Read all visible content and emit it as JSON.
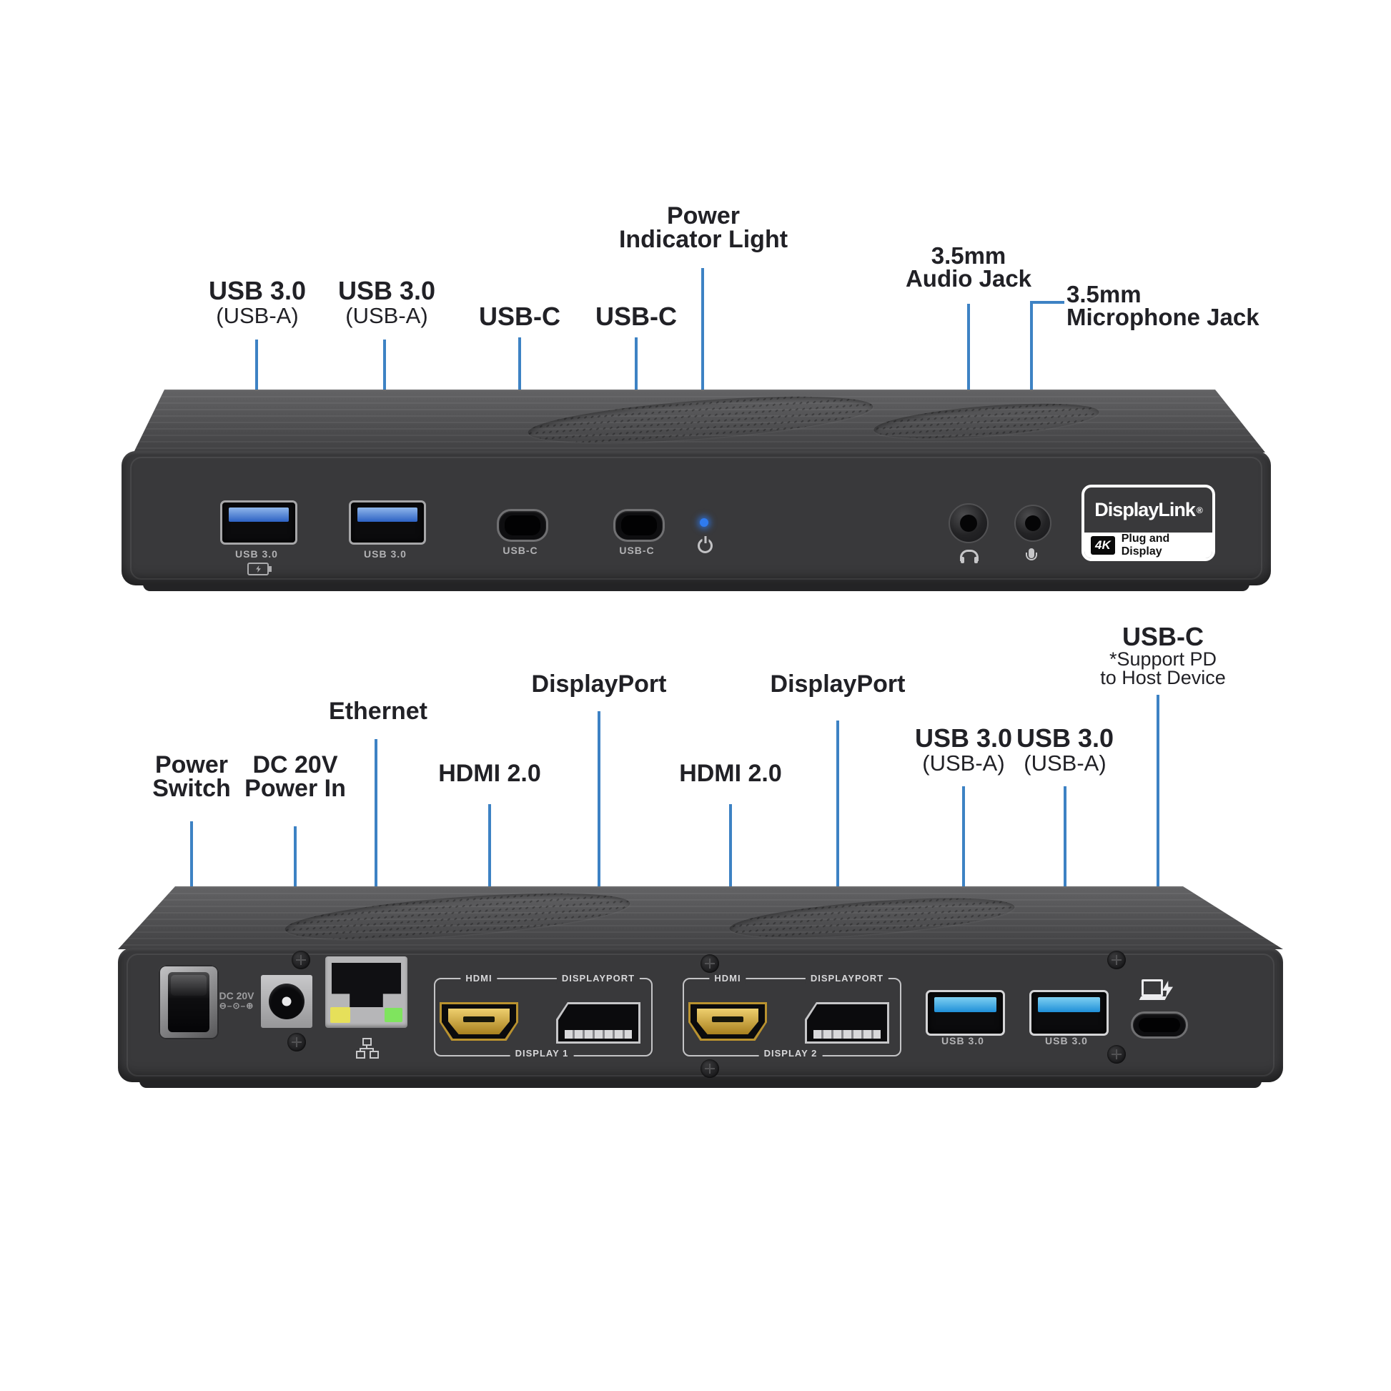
{
  "colors": {
    "accent": "#3d82c4",
    "text": "#212126",
    "device_body": "#39393b",
    "led_power": "#2f7bf0",
    "ethernet_led_yellow": "#e6e05a",
    "ethernet_led_green": "#7fe45e",
    "hdmi_gold": "#c9a43a",
    "usb_tongue_blue": "#2d62c4"
  },
  "front_view": {
    "callouts": [
      {
        "label_lines": [
          "USB 3.0",
          "(USB-A)"
        ]
      },
      {
        "label_lines": [
          "USB 3.0",
          "(USB-A)"
        ]
      },
      {
        "label_lines": [
          "USB-C"
        ]
      },
      {
        "label_lines": [
          "USB-C"
        ]
      },
      {
        "label_lines": [
          "Power",
          "Indicator Light"
        ]
      },
      {
        "label_lines": [
          "3.5mm",
          "Audio Jack"
        ]
      },
      {
        "label_lines": [
          "3.5mm",
          "Microphone Jack"
        ]
      }
    ],
    "printed_labels": {
      "usb_a_1": "USB 3.0",
      "usb_a_2": "USB 3.0",
      "usb_c_1": "USB-C",
      "usb_c_2": "USB-C"
    },
    "badge": {
      "brand": "DisplayLink",
      "registered": "®",
      "badge_4k": "4K",
      "tagline": "Plug and Display"
    }
  },
  "back_view": {
    "callouts": [
      {
        "label_lines": [
          "Power",
          "Switch"
        ]
      },
      {
        "label_lines": [
          "DC 20V",
          "Power In"
        ]
      },
      {
        "label_lines": [
          "Ethernet"
        ]
      },
      {
        "label_lines": [
          "HDMI 2.0"
        ]
      },
      {
        "label_lines": [
          "DisplayPort"
        ]
      },
      {
        "label_lines": [
          "HDMI 2.0"
        ]
      },
      {
        "label_lines": [
          "DisplayPort"
        ]
      },
      {
        "label_lines": [
          "USB 3.0",
          "(USB-A)"
        ]
      },
      {
        "label_lines": [
          "USB 3.0",
          "(USB-A)"
        ]
      },
      {
        "label_lines": [
          "USB-C",
          "*Support PD",
          "to Host Device"
        ]
      }
    ],
    "printed_labels": {
      "dc": "DC 20V",
      "polarity": "⊖–⊙–⊕",
      "hdmi_1": "HDMI",
      "displayport_1": "DISPLAYPORT",
      "display_1": "DISPLAY 1",
      "hdmi_2": "HDMI",
      "displayport_2": "DISPLAYPORT",
      "display_2": "DISPLAY 2",
      "usb_1": "USB 3.0",
      "usb_2": "USB 3.0"
    },
    "icons": [
      "ethernet-icon",
      "laptop-charging-icon",
      "screw-icon",
      "polarity-icon"
    ]
  },
  "front_icons": [
    "battery-charging-icon",
    "power-icon",
    "headphone-icon",
    "microphone-icon",
    "power-led-indicator"
  ]
}
